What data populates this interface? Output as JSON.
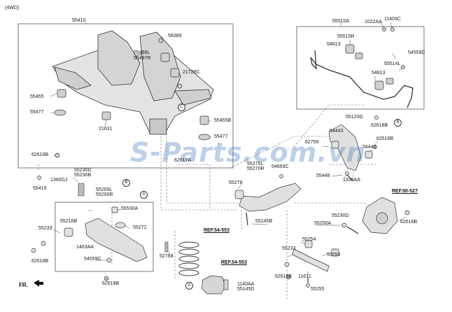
{
  "variant": "(4WD)",
  "watermark": "S-Parts.com.vn",
  "front_marker": "FR.",
  "references": {
    "ref_50_527": "REF.50-527",
    "ref_54_553_a": "REF.54-553",
    "ref_54_553_b": "REF.54-553"
  },
  "circle_markers": {
    "a": "A",
    "b": "B",
    "c": "C"
  },
  "labels": {
    "p55410": "55410",
    "p58389": "58389",
    "p55498l": "55498L",
    "p55497r": "55497R",
    "p21728c": "21728C",
    "p55455": "55455",
    "p55477_l": "55477",
    "p21631": "21631",
    "p55455b": "55455B",
    "p55477_r": "55477",
    "p62618b_1": "62618B",
    "p55230d_1": "55230D",
    "p55230b_1": "55230B",
    "p1360gj": "1360GJ",
    "p55419": "55419",
    "p55200l": "55200L",
    "p55200r": "55200R",
    "p55216b": "55216B",
    "p55530a": "55530A",
    "p55233_1": "55233",
    "p55272": "55272",
    "p1463aa": "1463AA",
    "p62618b_2": "62618B",
    "p54559c_1": "54559C",
    "p52763": "52763",
    "p62618b_3": "62618B",
    "p62617a": "62617A",
    "p55275l": "55275L",
    "p55270r": "55270R",
    "p54659c": "54659C",
    "p55278": "55278",
    "p55145b": "55145B",
    "p1140aa": "1140AA",
    "p55145d": "55145D",
    "p55510a": "55510A",
    "p1022aa": "1022AA",
    "p11403c": "11403C",
    "p55515r": "55515R",
    "p54813_1": "54813",
    "p54559c_2": "54559C",
    "p55514l": "55514L",
    "p54813_2": "54813",
    "p55120g": "55120G",
    "p54443_1": "54443",
    "p62618b_4": "62618B",
    "p62759": "62759",
    "p62618b_5": "62618B",
    "p54443_2": "54443",
    "p55448": "55448",
    "p1330aa": "1330AA",
    "p62618b_6": "62618B",
    "p55230d_2": "55230D",
    "p55250a": "55250A",
    "p55254_1": "55254",
    "p55233_2": "55233",
    "p55254_2": "55254",
    "p62618b_7": "62618B",
    "p11671": "11671",
    "p55255": "55255"
  }
}
